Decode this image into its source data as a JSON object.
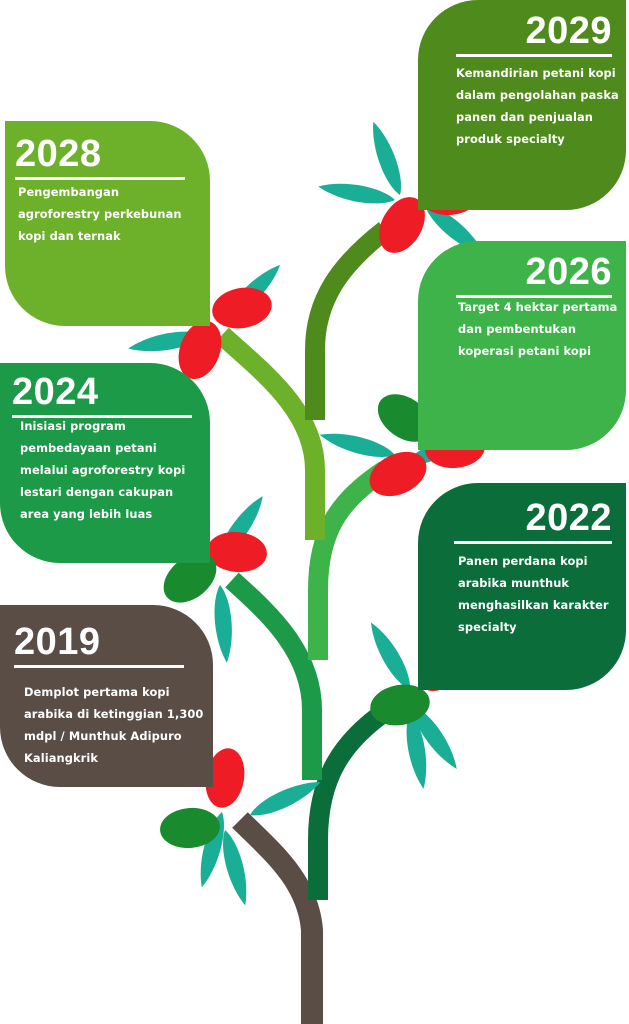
{
  "colors": {
    "trunk_brown": "#5a4d46",
    "dark_green": "#0b6e3a",
    "mid_green": "#1d9a48",
    "light_green": "#3db34a",
    "lime_green": "#6db12a",
    "olive_green": "#4f8b1c",
    "teal_leaf": "#1aae96",
    "berry_red": "#ee1c24",
    "berry_green": "#1a8a2e"
  },
  "milestones": [
    {
      "year": "2019",
      "text": "Demplot pertama kopi arabika di ketinggian 1,300 mdpl / Munthuk Adipuro Kaliangkrik",
      "color": "#5a4d46"
    },
    {
      "year": "2022",
      "text": "Panen perdana kopi arabika munthuk menghasilkan karakter specialty",
      "color": "#0b6e3a"
    },
    {
      "year": "2024",
      "text": "Inisiasi program pembedayaan petani melalui agroforestry kopi lestari dengan cakupan area yang lebih luas",
      "color": "#1d9a48"
    },
    {
      "year": "2026",
      "text": "Target 4 hektar pertama dan pembentukan koperasi petani kopi",
      "color": "#3db34a"
    },
    {
      "year": "2028",
      "text": "Pengembangan agroforestry perkebunan kopi dan ternak",
      "color": "#6db12a"
    },
    {
      "year": "2029",
      "text": "Kemandirian petani kopi dalam pengolahan paska panen dan penjualan produk specialty",
      "color": "#4f8b1c"
    }
  ]
}
